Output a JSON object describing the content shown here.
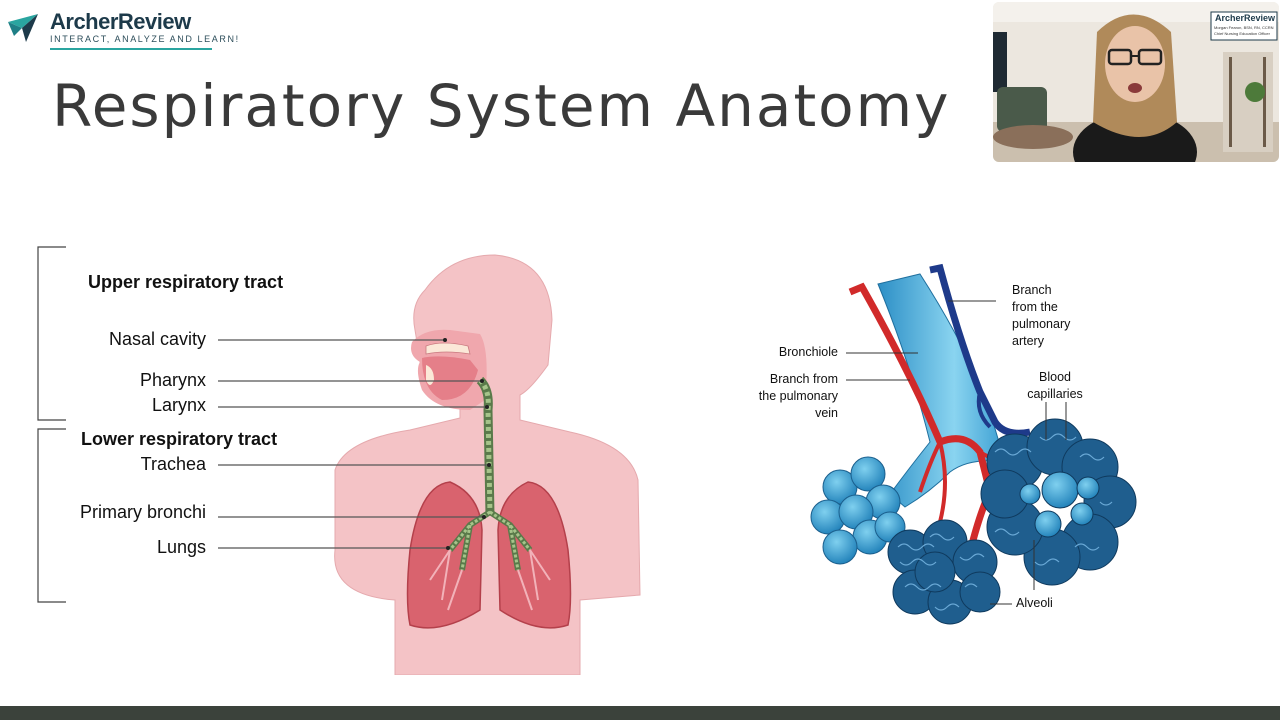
{
  "brand": {
    "name": "ArcherReview",
    "tagline": "INTERACT, ANALYZE AND LEARN!",
    "colors": {
      "dark": "#1d3a4a",
      "teal": "#2aa5a0"
    }
  },
  "slide": {
    "title": "Respiratory System Anatomy"
  },
  "video": {
    "logo_text": "ArcherReview",
    "name_line": "Morgan Fearon, BSN, RN, CCRN",
    "role_line": "Chief Nursing Education Officer"
  },
  "left_diagram": {
    "upper_header": "Upper respiratory tract",
    "lower_header": "Lower respiratory tract",
    "labels": {
      "nasal_cavity": "Nasal cavity",
      "pharynx": "Pharynx",
      "larynx": "Larynx",
      "trachea": "Trachea",
      "primary_bronchi": "Primary bronchi",
      "lungs": "Lungs"
    }
  },
  "right_diagram": {
    "labels": {
      "artery_branch": [
        "Branch",
        "from the",
        "pulmonary",
        "artery"
      ],
      "bronchiole": "Bronchiole",
      "vein_branch": [
        "Branch from",
        "the pulmonary",
        "vein"
      ],
      "capillaries": [
        "Blood",
        "capillaries"
      ],
      "alveoli": "Alveoli"
    }
  }
}
